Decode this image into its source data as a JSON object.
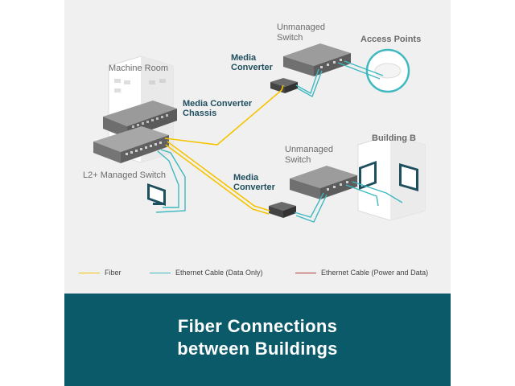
{
  "labels": {
    "machine_room": "Machine Room",
    "media_converter_chassis_1": "Media Converter",
    "media_converter_chassis_2": "Chassis",
    "l2_switch": "L2+ Managed Switch",
    "media_converter_top_1": "Media",
    "media_converter_top_2": "Converter",
    "unmanaged_top_1": "Unmanaged",
    "unmanaged_top_2": "Switch",
    "access_points": "Access Points",
    "building_b": "Building B",
    "unmanaged_bottom_1": "Unmanaged",
    "unmanaged_bottom_2": "Switch",
    "media_converter_bottom_1": "Media",
    "media_converter_bottom_2": "Converter"
  },
  "legend": [
    {
      "label": "Fiber",
      "color": "#f5c400"
    },
    {
      "label": "Ethernet Cable (Data Only)",
      "color": "#3fb8c0"
    },
    {
      "label": "Ethernet Cable (Power and Data)",
      "color": "#b53a3a"
    }
  ],
  "banner": {
    "line1": "Fiber Connections",
    "line2": "between Buildings"
  },
  "colors": {
    "fiber": "#f5c400",
    "ethernet_data": "#3fb8c0",
    "ethernet_power": "#b53a3a",
    "banner_bg": "#0b5a6a"
  }
}
